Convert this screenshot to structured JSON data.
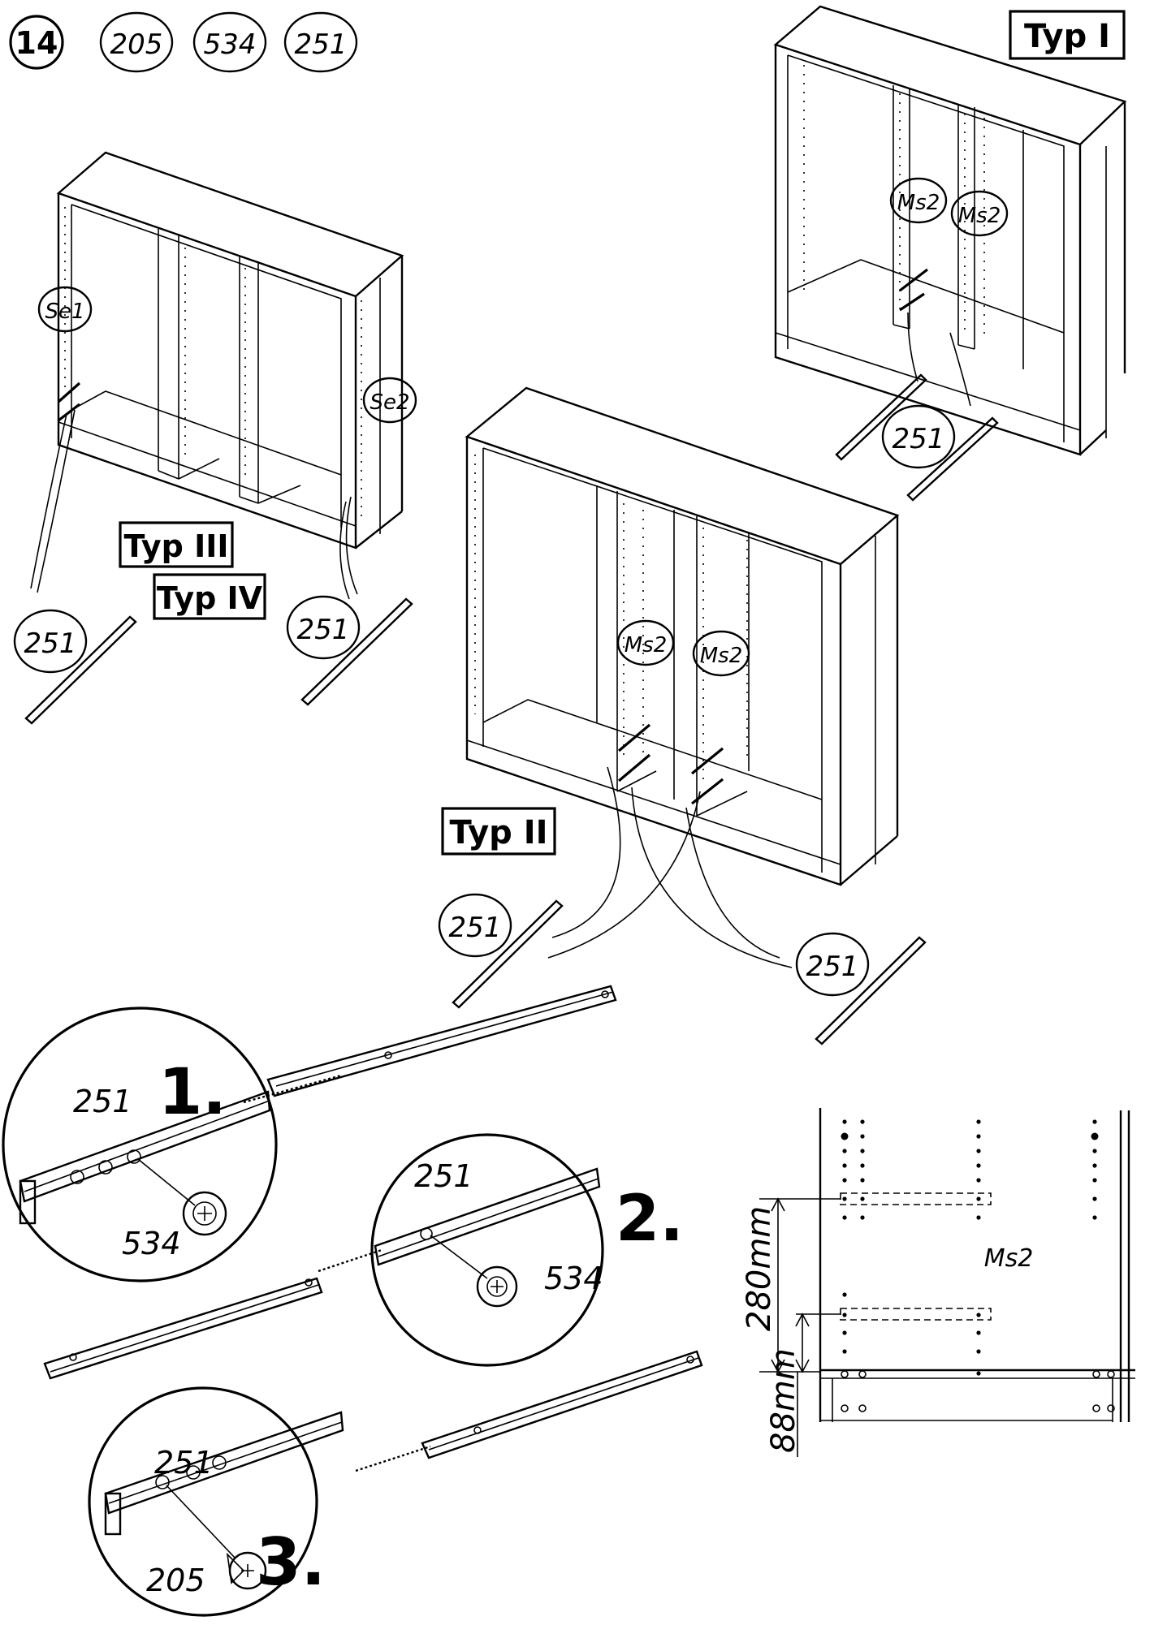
{
  "step": {
    "number": "14",
    "parts": [
      "205",
      "534",
      "251"
    ]
  },
  "types": {
    "typ1": "Typ I",
    "typ2": "Typ II",
    "typ3": "Typ III",
    "typ4": "Typ IV"
  },
  "panel_labels": {
    "se1": "Se1",
    "se2": "Se2",
    "ms2": "Ms2"
  },
  "part_labels": {
    "rail": "251",
    "dowel": "534",
    "screw": "205"
  },
  "substeps": {
    "s1": "1.",
    "s2": "2.",
    "s3": "3."
  },
  "dimensions": {
    "upper": "280mm",
    "lower": "88mm"
  }
}
